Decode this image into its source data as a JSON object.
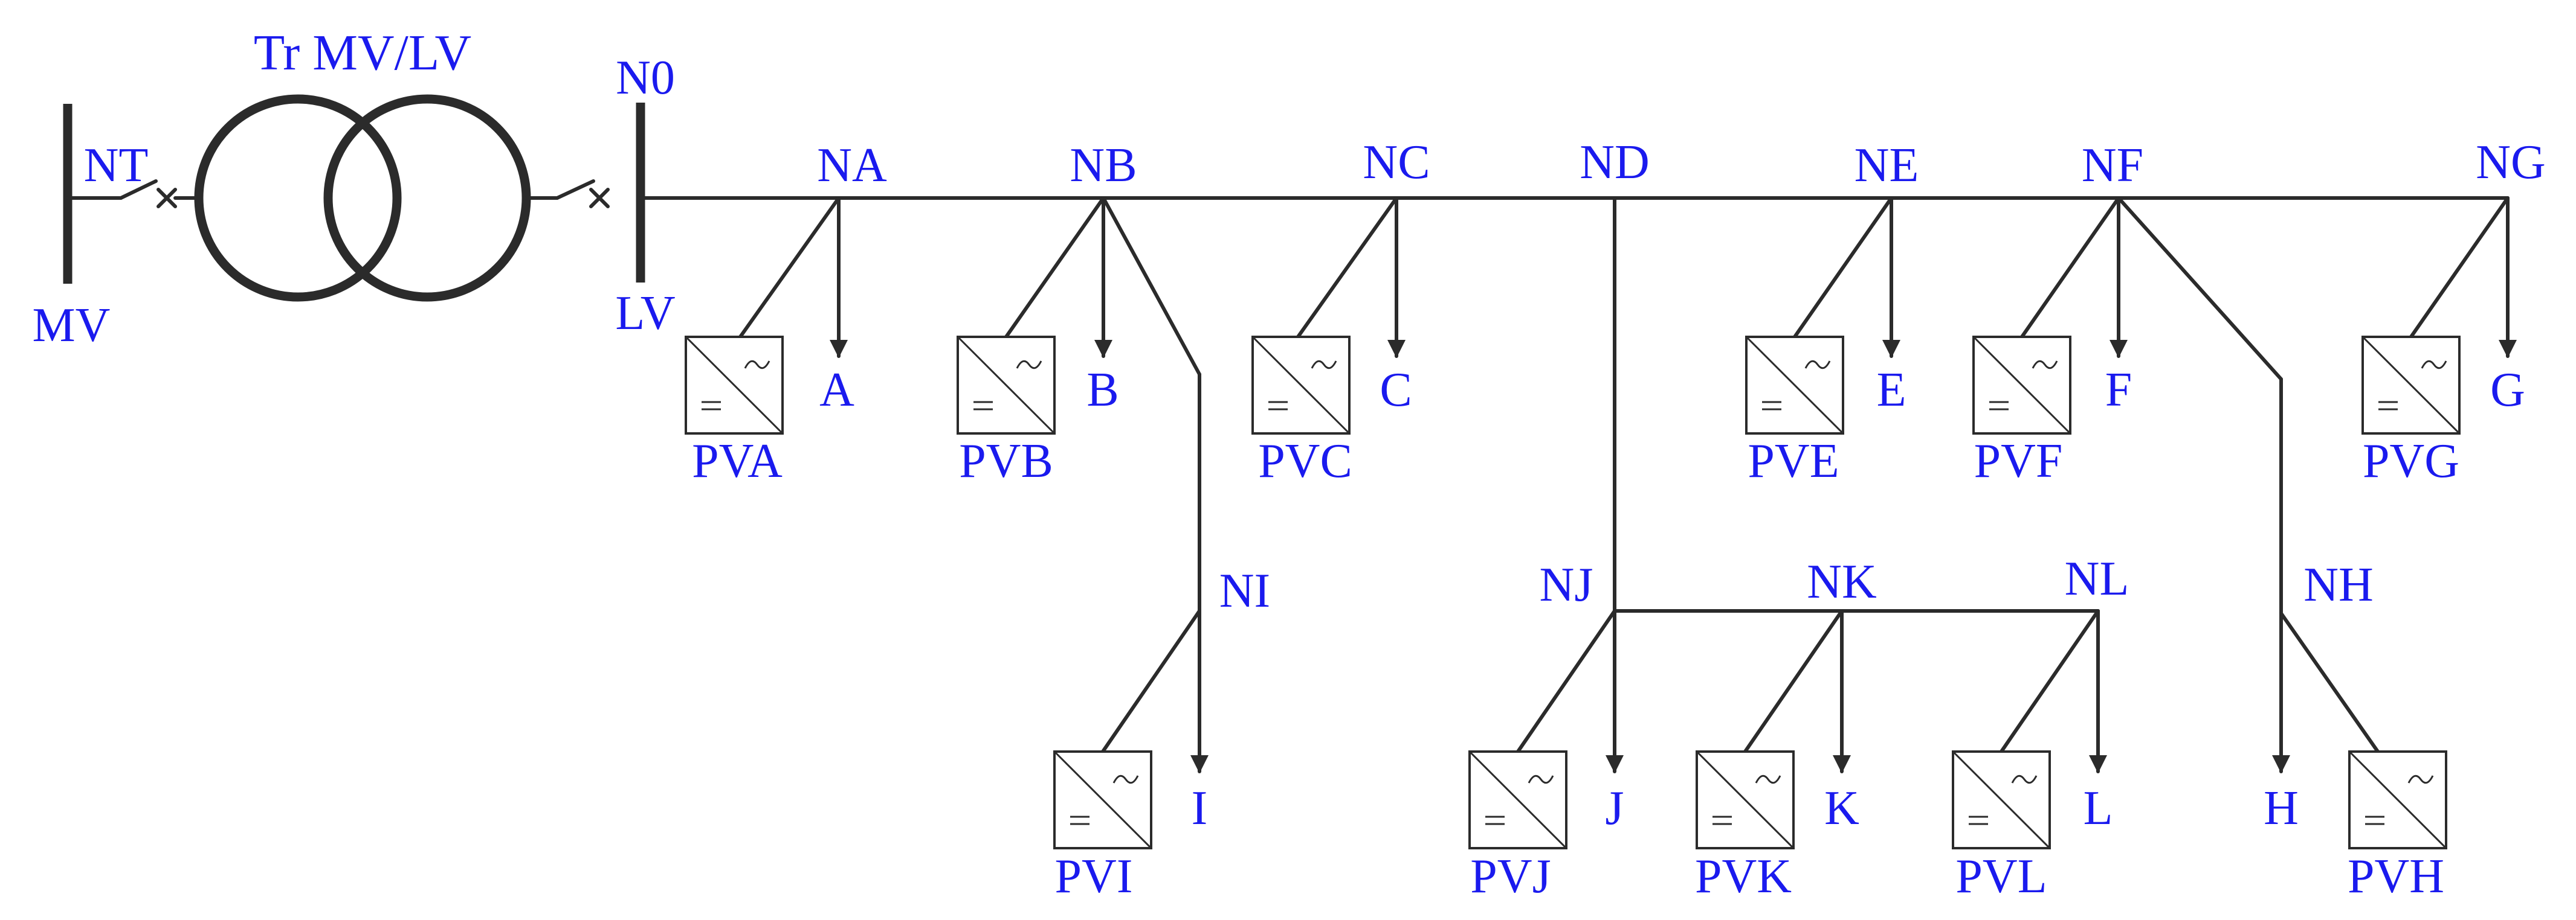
{
  "colors": {
    "label": "#1a1aee",
    "line": "#2b2b2b"
  },
  "title": "Tr MV/LV",
  "labels": {
    "mv": "MV",
    "nt": "NT",
    "n0": "N0",
    "lv": "LV"
  },
  "nodes": {
    "NA": "NA",
    "NB": "NB",
    "NC": "NC",
    "ND": "ND",
    "NE": "NE",
    "NF": "NF",
    "NG": "NG",
    "NI": "NI",
    "NJ": "NJ",
    "NK": "NK",
    "NL": "NL",
    "NH": "NH"
  },
  "loads": {
    "A": "A",
    "B": "B",
    "C": "C",
    "E": "E",
    "F": "F",
    "G": "G",
    "I": "I",
    "J": "J",
    "K": "K",
    "L": "L",
    "H": "H"
  },
  "pv": {
    "PVA": "PVA",
    "PVB": "PVB",
    "PVC": "PVC",
    "PVE": "PVE",
    "PVF": "PVF",
    "PVG": "PVG",
    "PVI": "PVI",
    "PVJ": "PVJ",
    "PVK": "PVK",
    "PVL": "PVL",
    "PVH": "PVH"
  }
}
